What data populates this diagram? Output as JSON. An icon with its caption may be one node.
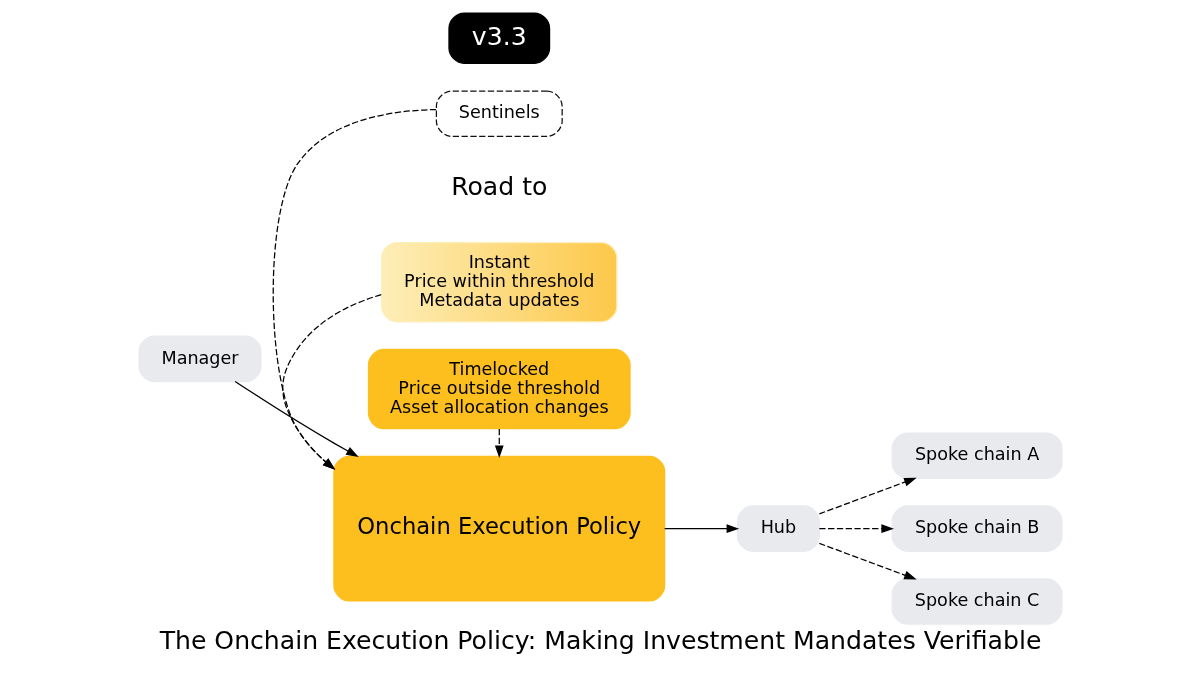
{
  "diagram": {
    "title": "The Onchain Execution Policy: Making Investment Mandates Verifiable",
    "nodes": [
      {
        "text": [
          "Sentinels"
        ]
      },
      {
        "text": [
          "Manager"
        ]
      },
      {
        "text": [
          "Onchain Execution Policy"
        ]
      },
      {
        "text": [
          "Hub"
        ]
      },
      {
        "text": [
          "Spoke chain A"
        ]
      },
      {
        "text": [
          "Spoke chain B"
        ]
      },
      {
        "text": [
          "Spoke chain C"
        ]
      },
      {
        "text": [
          "Instant",
          "Price within threshold",
          "Metadata updates"
        ]
      },
      {
        "text": [
          "Timelocked",
          "Price outside threshold",
          "Asset allocation changes"
        ]
      },
      {
        "text": [
          "v3.3"
        ]
      }
    ],
    "edges": [
      {
        "from": 0,
        "to": 2,
        "arrow": "to",
        "style": "dashed"
      },
      {
        "from": 1,
        "to": 2,
        "arrow": "to"
      },
      {
        "from": 2,
        "to": 3,
        "arrow": "to"
      },
      {
        "from": 3,
        "to": 4,
        "arrow": "to",
        "style": "dashed"
      },
      {
        "from": 3,
        "to": 5,
        "arrow": "to",
        "style": "dashed"
      },
      {
        "from": 3,
        "to": 6,
        "arrow": "to",
        "style": "dashed"
      },
      {
        "from": 7,
        "to": 2,
        "arrow": "to",
        "style": "dashed"
      },
      {
        "from": 8,
        "to": 2,
        "arrow": "to",
        "style": "dashed"
      }
    ],
    "labels": [
      "Road to"
    ]
  }
}
